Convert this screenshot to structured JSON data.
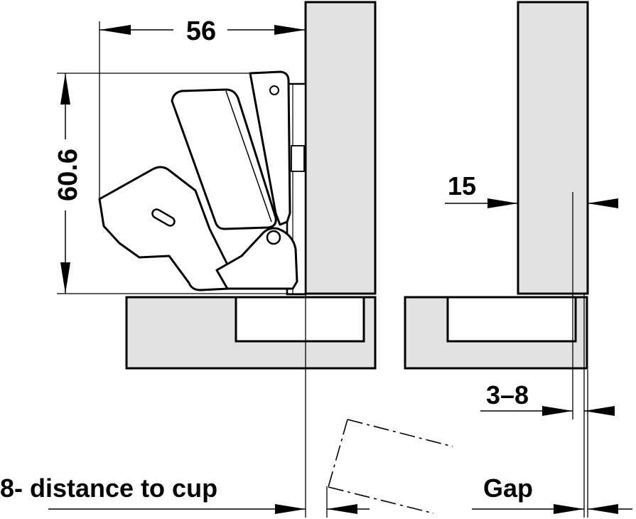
{
  "dimensions": {
    "width_label": "56",
    "height_label": "60.6",
    "side_label": "15",
    "overlay_label": "3–8",
    "distance_label": "8- distance to cup",
    "gap_label": "Gap"
  },
  "colors": {
    "panel_fill": "#e2e2e2",
    "line": "#000000",
    "background": "#ffffff"
  }
}
